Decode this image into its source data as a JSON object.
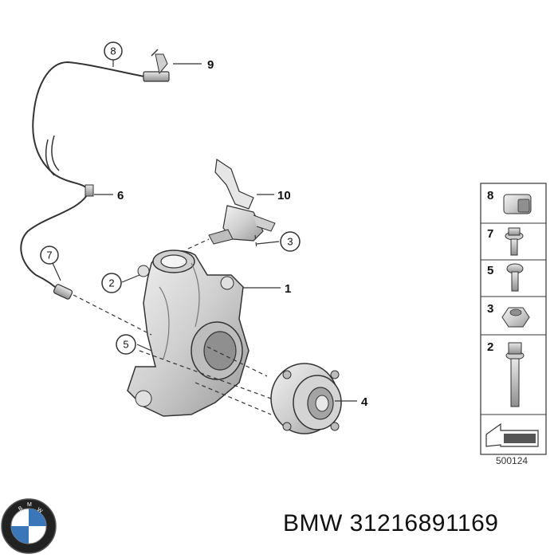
{
  "diagram": {
    "callouts": [
      {
        "id": "8",
        "circled": true
      },
      {
        "id": "9",
        "circled": false
      },
      {
        "id": "6",
        "circled": false
      },
      {
        "id": "10",
        "circled": false
      },
      {
        "id": "3",
        "circled": true
      },
      {
        "id": "7",
        "circled": true
      },
      {
        "id": "2",
        "circled": true
      },
      {
        "id": "1",
        "circled": false
      },
      {
        "id": "5",
        "circled": true
      },
      {
        "id": "4",
        "circled": false
      }
    ]
  },
  "legend": {
    "items": [
      {
        "number": "8",
        "icon": "clip-icon"
      },
      {
        "number": "7",
        "icon": "flange-bolt-icon"
      },
      {
        "number": "5",
        "icon": "hex-socket-bolt-icon"
      },
      {
        "number": "3",
        "icon": "hex-nut-icon"
      },
      {
        "number": "2",
        "icon": "long-hex-bolt-icon"
      }
    ],
    "arrow_icon": "direction-arrow-icon",
    "code": "500124"
  },
  "footer": {
    "logo": "bmw-roundel-logo",
    "part_label": "BMW 31216891169"
  },
  "colors": {
    "line": "#222222",
    "part_fill": "#d9d9d9",
    "part_shade": "#a9a9a9",
    "logo_blue": "#3a76b8"
  }
}
